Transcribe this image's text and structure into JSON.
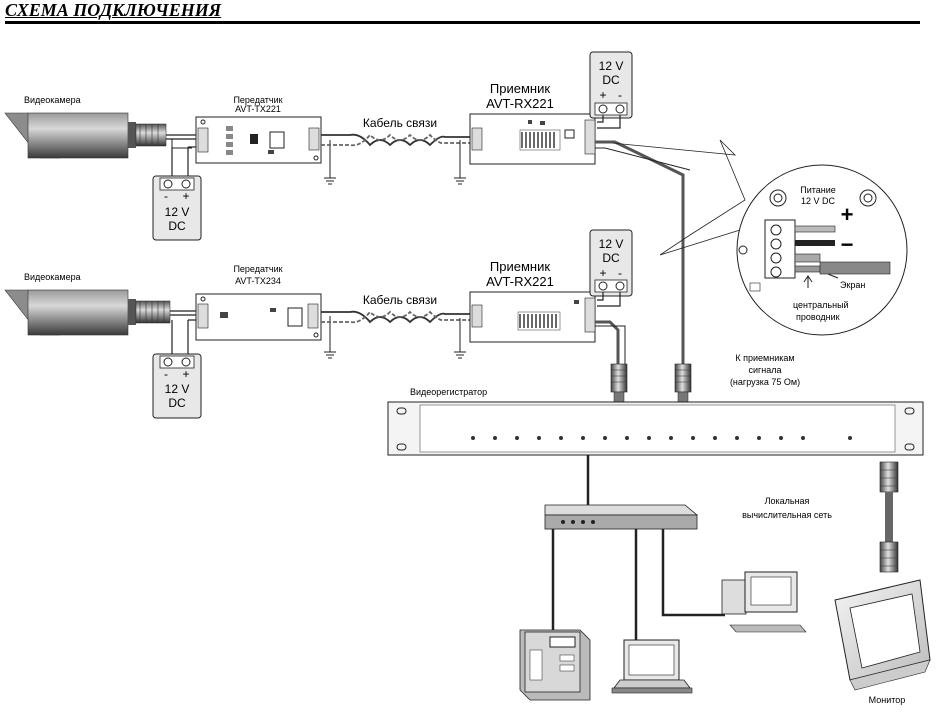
{
  "title": "СХЕМА ПОДКЛЮЧЕНИЯ",
  "labels": {
    "camera1": "Видеокамера",
    "camera2": "Видеокамера",
    "tx1_line1": "Передатчик",
    "tx1_line2": "AVT-TX221",
    "tx2_line1": "Передатчик",
    "tx2_line2": "AVT-TX234",
    "cable1": "Кабель связи",
    "cable2": "Кабель связи",
    "rx1_line1": "Приемник",
    "rx1_line2": "AVT-RX221",
    "rx2_line1": "Приемник",
    "rx2_line2": "AVT-RX221",
    "psu_v": "12 V",
    "psu_dc": "DC",
    "psu_plus": "+",
    "psu_minus": "-",
    "detail_power1": "Питание",
    "detail_power2": "12 V DC",
    "detail_plus": "+",
    "detail_minus": "−",
    "detail_shield": "Экран",
    "detail_core1": "центральный",
    "detail_core2": "проводник",
    "receivers_note1": "К приемникам",
    "receivers_note2": "сигнала",
    "receivers_note3": "(нагрузка 75 Ом)",
    "dvr": "Видеорегистратор",
    "lan1": "Локальная",
    "lan2": "вычислительная сеть",
    "monitor": "Монитор"
  }
}
